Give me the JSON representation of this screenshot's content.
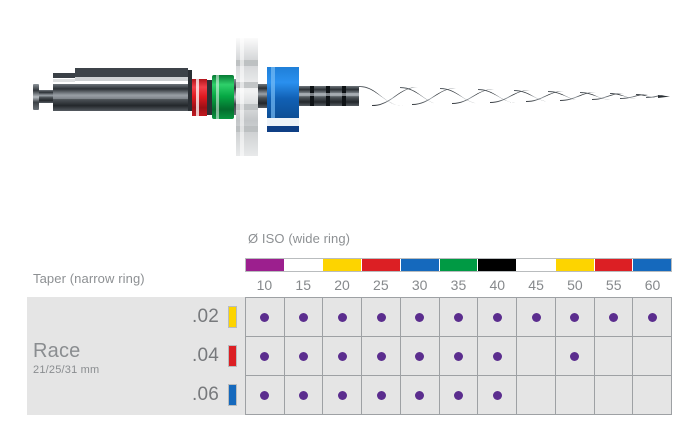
{
  "instrument": {
    "name": "endodontic-rotary-file",
    "description": "Race rotary endodontic file with color-coded handle rings",
    "handle_rings": [
      {
        "name": "narrow-ring",
        "color": "#d81f26"
      },
      {
        "name": "wide-ring",
        "color": "#00a03c"
      }
    ],
    "latch_color": "#cfd1d2",
    "stop_ring_color": "#1569bd",
    "shaft_color": "#3a3f44"
  },
  "chart_data": {
    "type": "table",
    "title": "",
    "iso_header": "Ø ISO (wide ring)",
    "taper_header": "Taper (narrow ring)",
    "product": {
      "name": "Race",
      "lengths": "21/25/31 mm"
    },
    "categories": [
      "10",
      "15",
      "20",
      "25",
      "30",
      "35",
      "40",
      "45",
      "50",
      "55",
      "60"
    ],
    "iso_colors": [
      "#9c1f8e",
      "#ffffff",
      "#fdd400",
      "#dc1f24",
      "#1569bd",
      "#009a44",
      "#000000",
      "#ffffff",
      "#fdd400",
      "#dc1f24",
      "#1569bd"
    ],
    "rows": [
      {
        "taper": ".02",
        "swatch": "#fdd400",
        "available": [
          true,
          true,
          true,
          true,
          true,
          true,
          true,
          true,
          true,
          true,
          true
        ]
      },
      {
        "taper": ".04",
        "swatch": "#dc1f24",
        "available": [
          true,
          true,
          true,
          true,
          true,
          true,
          true,
          false,
          true,
          false,
          false
        ]
      },
      {
        "taper": ".06",
        "swatch": "#1569bd",
        "available": [
          true,
          true,
          true,
          true,
          true,
          true,
          true,
          false,
          false,
          false,
          false
        ]
      }
    ],
    "dot_color": "#5b2d8e",
    "panel_color": "#e5e5e5",
    "grid_line_color": "#9ea1a4",
    "legend": [],
    "xlabel": "",
    "ylabel": ""
  }
}
